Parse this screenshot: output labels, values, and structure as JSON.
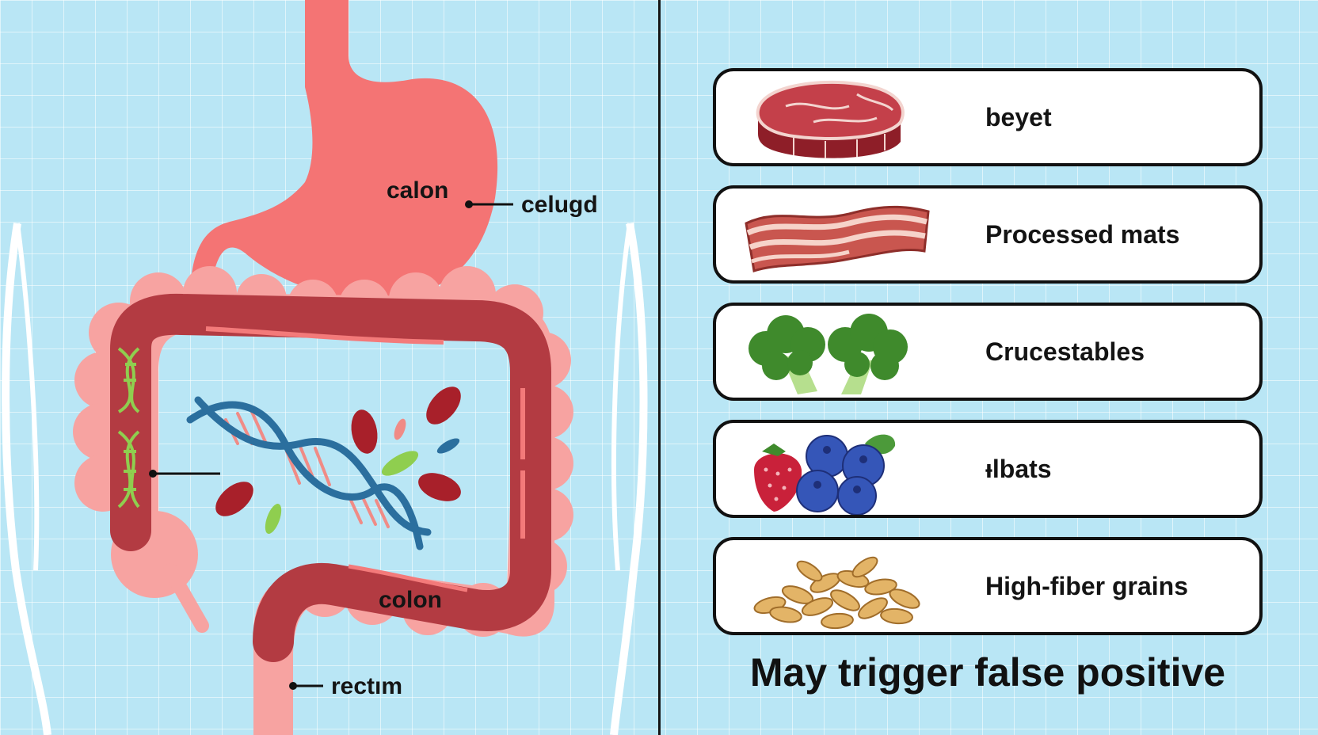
{
  "anatomy": {
    "labels": {
      "stomach": "calon",
      "pointer": "celugd",
      "colon": "colon",
      "rectum": "rectım"
    }
  },
  "foods": [
    {
      "label": "beyet",
      "icon": "beef-steak-icon"
    },
    {
      "label": "Processed mats",
      "icon": "bacon-icon"
    },
    {
      "label": "Crucestables",
      "icon": "broccoli-icon"
    },
    {
      "label": "ᵻlbats",
      "icon": "berries-icon"
    },
    {
      "label": "High-fiber grains",
      "icon": "grains-icon"
    }
  ],
  "footer": "May trigger false positive",
  "colors": {
    "background": "#b9e6f5",
    "stomach": "#f47474",
    "colon_outer": "#f7a3a1",
    "colon_inner": "#b33b42",
    "dna": "#2b6f9e",
    "cell_red": "#a8202a",
    "cell_green": "#8fce4f"
  }
}
